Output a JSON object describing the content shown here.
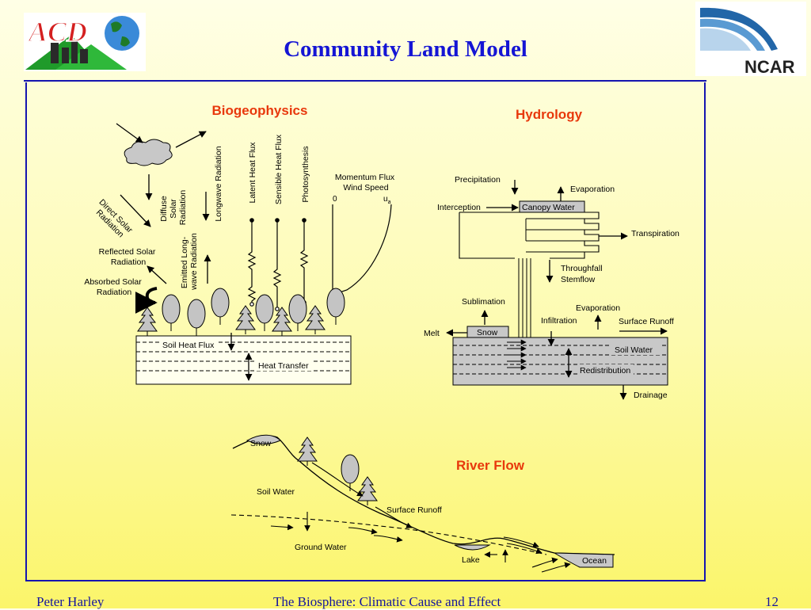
{
  "title": "Community Land Model",
  "logos": {
    "acd": "ACD",
    "ncar": "NCAR"
  },
  "biogeophysics": {
    "heading": "Biogeophysics",
    "diffuse_solar": [
      "Diffuse",
      "Solar",
      "Radiation"
    ],
    "direct_solar": [
      "Direct Solar",
      "Radiation"
    ],
    "longwave": "Longwave Radiation",
    "latent": "Latent Heat Flux",
    "sensible": "Sensible Heat Flux",
    "photosynthesis": "Photosynthesis",
    "momentum": [
      "Momentum Flux",
      "Wind Speed"
    ],
    "axis_zero": "0",
    "axis_u": "u",
    "axis_u_sub": "a",
    "reflected": [
      "Reflected Solar",
      "Radiation"
    ],
    "absorbed": [
      "Absorbed Solar",
      "Radiation"
    ],
    "emitted": [
      "Emitted Long-",
      "wave Radiation"
    ],
    "soil_heat_flux": "Soil Heat Flux",
    "heat_transfer": "Heat Transfer"
  },
  "hydrology": {
    "heading": "Hydrology",
    "precipitation": "Precipitation",
    "evaporation_top": "Evaporation",
    "interception": "Interception",
    "canopy_water": "Canopy Water",
    "transpiration": "Transpiration",
    "throughfall": [
      "Throughfall",
      "Stemflow"
    ],
    "sublimation": "Sublimation",
    "evaporation_ground": "Evaporation",
    "infiltration": "Infiltration",
    "surface_runoff": "Surface Runoff",
    "melt": "Melt",
    "snow": "Snow",
    "soil_water": "Soil Water",
    "redistribution": "Redistribution",
    "drainage": "Drainage"
  },
  "river": {
    "heading": "River Flow",
    "snow": "Snow",
    "soil_water": "Soil Water",
    "surface_runoff": "Surface Runoff",
    "ground_water": "Ground Water",
    "lake": "Lake",
    "ocean": "Ocean"
  },
  "footer": {
    "left": "Peter Harley",
    "center": "The Biosphere: Climatic Cause and Effect",
    "right": "12"
  },
  "colors": {
    "title": "#1515d4",
    "headings": "#e8380c",
    "rule": "#1515b0",
    "soil": "#c8c8c8",
    "tree": "#c4c4c4"
  }
}
